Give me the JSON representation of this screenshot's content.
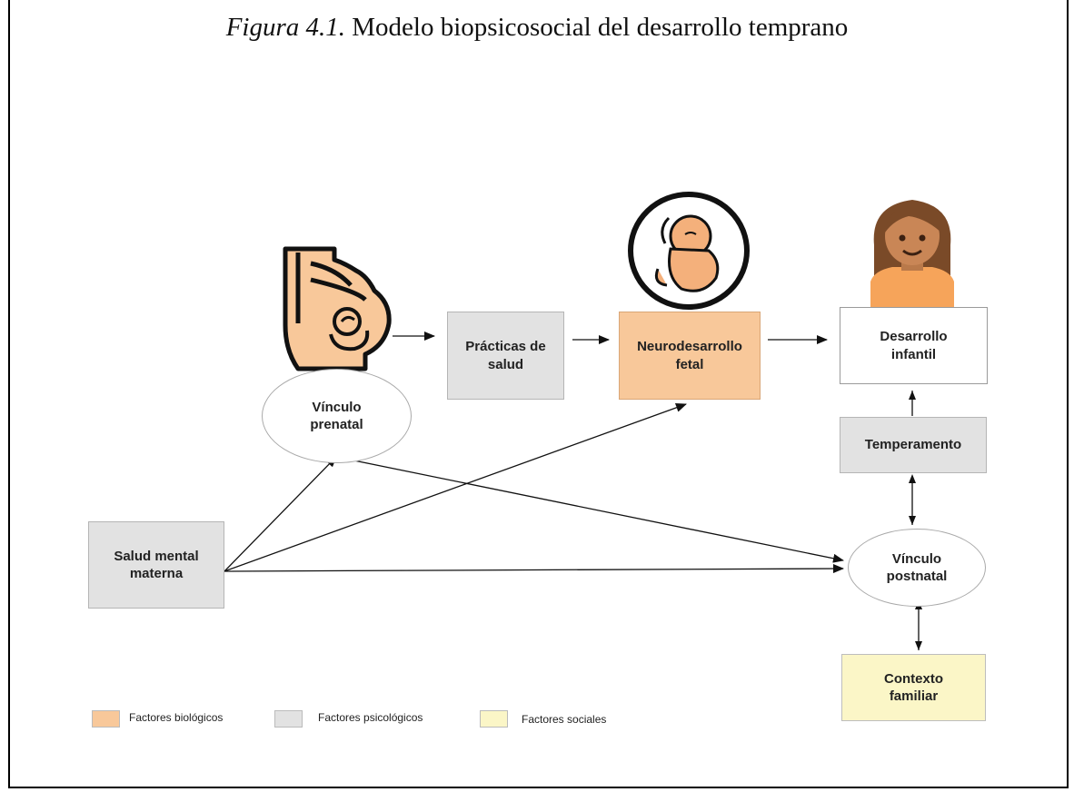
{
  "title": {
    "figure_label": "Figura 4.1.",
    "text": "Modelo biopsicosocial del desarrollo temprano"
  },
  "nodes": {
    "salud_mental": "Salud mental\nmaterna",
    "vinculo_prenatal": "Vínculo\nprenatal",
    "practicas": "Prácticas de\nsalud",
    "neurodesarrollo": "Neurodesarrollo\nfetal",
    "desarrollo_infantil": "Desarrollo\ninfantil",
    "temperamento": "Temperamento",
    "vinculo_postnatal": "Vínculo\npostnatal",
    "contexto": "Contexto\nfamiliar"
  },
  "legend": {
    "biologicos": "Factores biológicos",
    "psicologicos": "Factores psicológicos",
    "sociales": "Factores sociales"
  },
  "colors": {
    "biological": "#f8c89a",
    "psychological": "#e2e2e2",
    "social": "#fbf6c7"
  },
  "icons": [
    "pregnant-woman-icon",
    "fetus-icon",
    "girl-icon"
  ]
}
